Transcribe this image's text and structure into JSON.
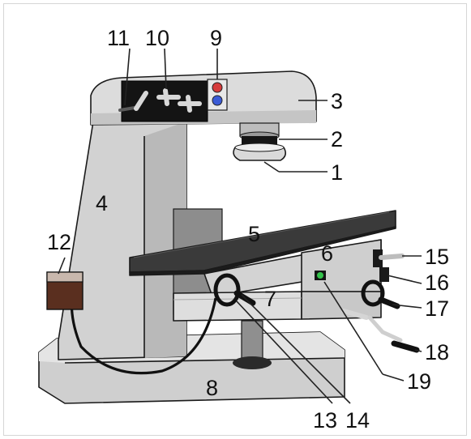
{
  "diagram": {
    "part_numbers": [
      "1",
      "2",
      "3",
      "4",
      "5",
      "6",
      "7",
      "8",
      "9",
      "10",
      "11",
      "12",
      "13",
      "14",
      "15",
      "16",
      "17",
      "18",
      "19"
    ]
  },
  "colors": {
    "machine_gray": "#cccccc",
    "machine_light": "#e2e2e2",
    "machine_shadow": "#a9a9a9",
    "panel_black": "#141414",
    "table_top": "#3a3a3a",
    "coolant": "#5a2f1f",
    "button_red": "#d63b3b",
    "button_blue": "#3b5bd6",
    "indicator_green": "#33c24a"
  }
}
